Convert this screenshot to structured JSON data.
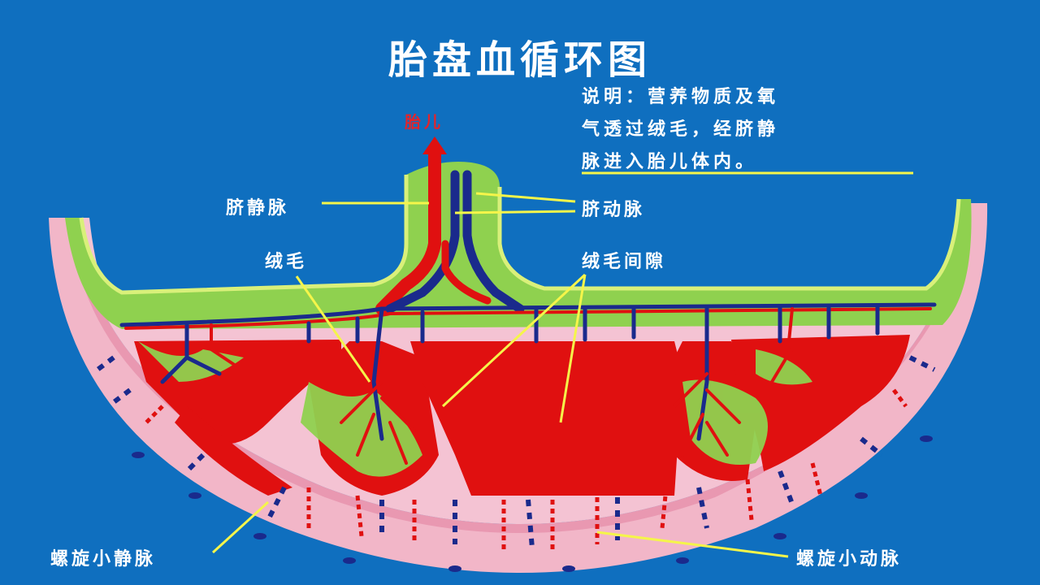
{
  "diagram": {
    "title": "胎盘血循环图",
    "note_lines": [
      "说明：营养物质及氧",
      "气透过绒毛，经脐静",
      "脉进入胎儿体内。"
    ],
    "labels": {
      "fetus": "胎儿",
      "umbilical_vein": "脐静脉",
      "umbilical_artery": "脐动脉",
      "villi": "绒毛",
      "intervillous_space": "绒毛间隙",
      "spiral_venule": "螺旋小静脉",
      "spiral_arteriole": "螺旋小动脉"
    },
    "colors": {
      "background": "#0f6fbf",
      "maternal_tissue": "#f2b6c8",
      "chorionic_plate": "#8fd14f",
      "maternal_blood": "#e01010",
      "vein": "#1a2a8c",
      "pointer": "#f5f54a"
    }
  }
}
